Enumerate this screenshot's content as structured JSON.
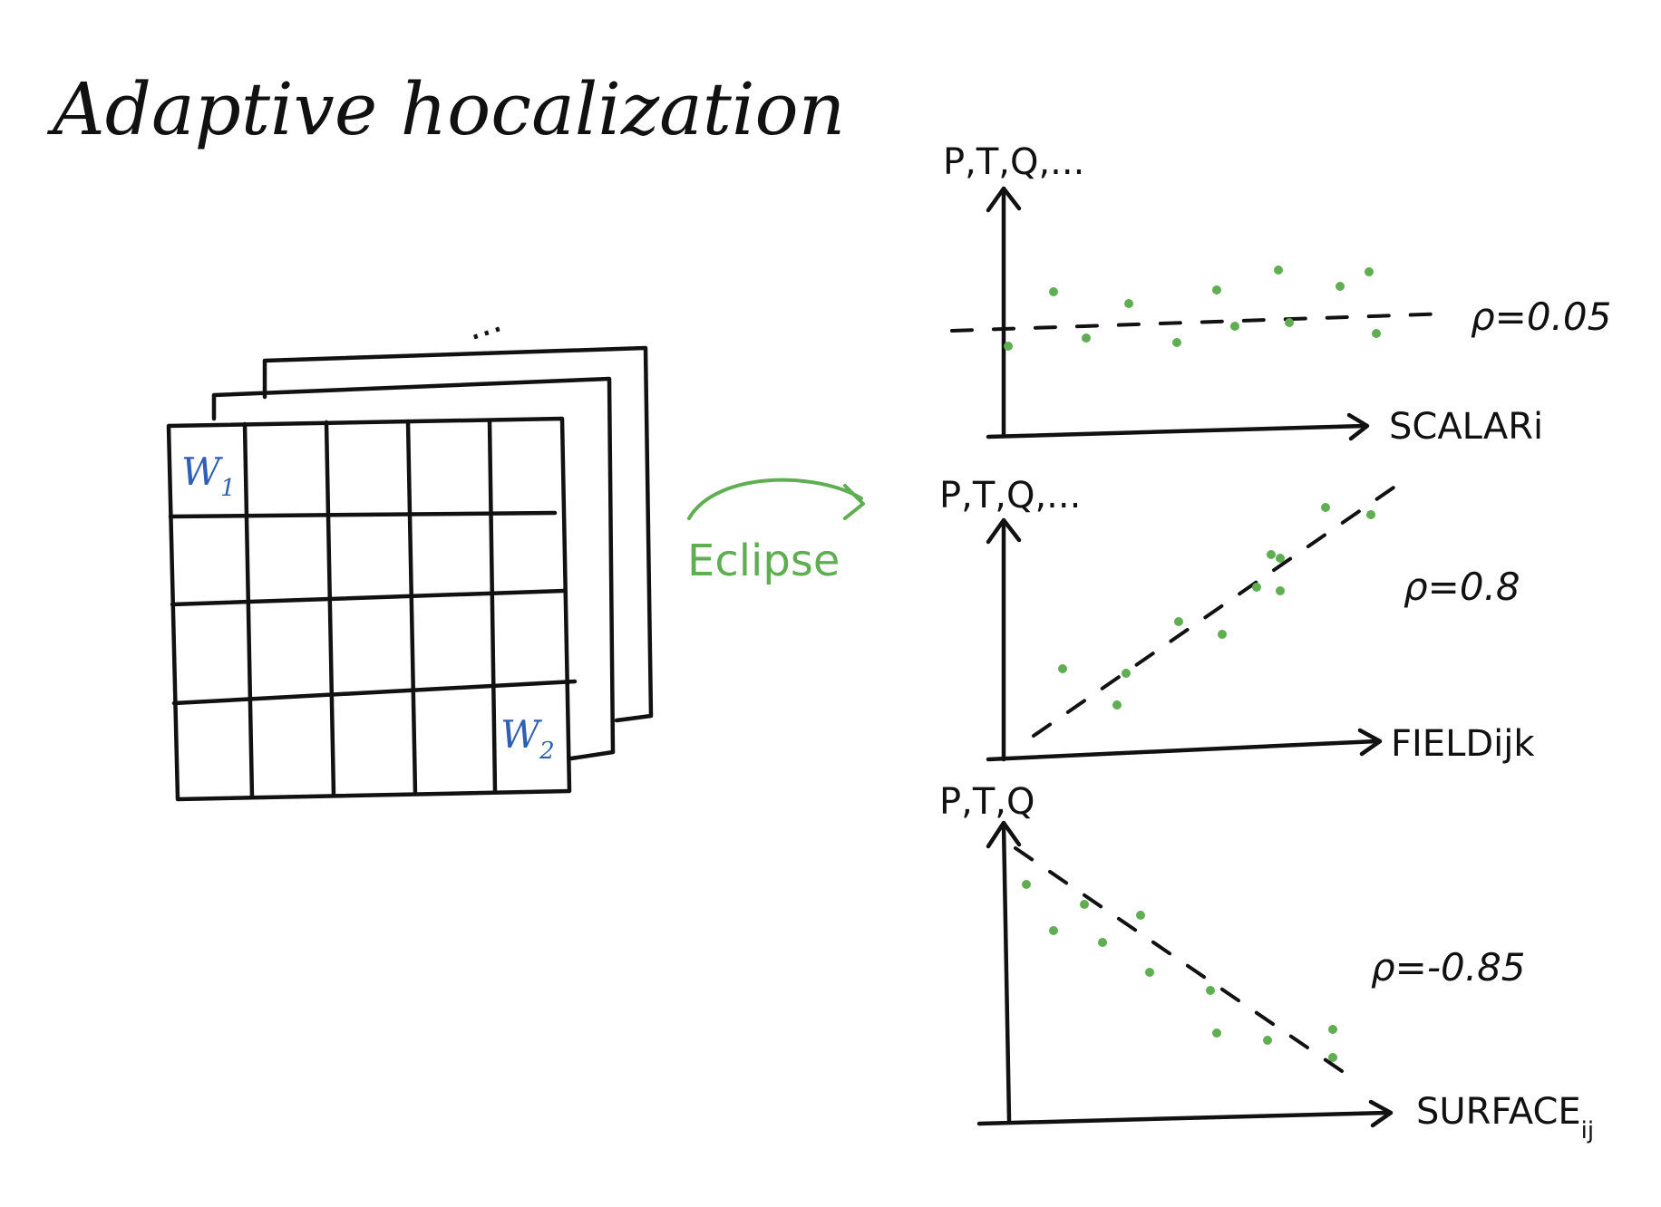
{
  "title": "Adaptive hocalization",
  "colors": {
    "ink": "#111111",
    "accent_blue": "#2f5fb3",
    "accent_green": "#5fae52"
  },
  "grid_labels": {
    "w1": {
      "base": "W",
      "sub": "1"
    },
    "w2": {
      "base": "W",
      "sub": "2"
    }
  },
  "stack_ellipsis": "...",
  "arrow_label": "Eclipse",
  "plots": [
    {
      "y_label": "P,T,Q,...",
      "x_label": "SCALARi",
      "rho": "ρ=0.05"
    },
    {
      "y_label": "P,T,Q,...",
      "x_label": "FIELDijk",
      "rho": "ρ=0.8"
    },
    {
      "y_label": "P,T,Q",
      "x_label": {
        "base": "SURFACE",
        "sub": "ij"
      },
      "rho": "ρ=-0.85"
    }
  ]
}
